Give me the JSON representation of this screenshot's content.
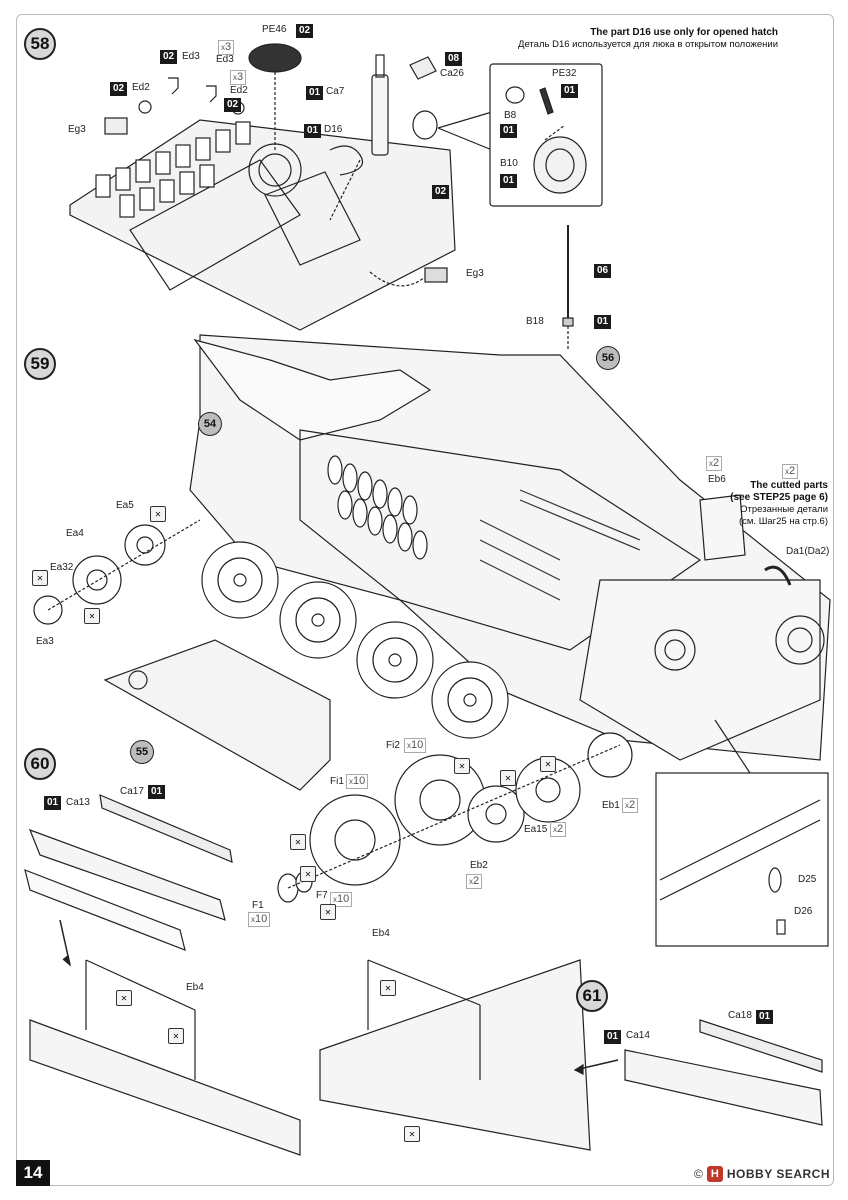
{
  "page": {
    "number": "14"
  },
  "watermark": {
    "text": "HOBBY SEARCH",
    "trademark": "©"
  },
  "steps": {
    "s58": "58",
    "s59": "59",
    "s60": "60",
    "s61": "61"
  },
  "subrefs": {
    "r54": "54",
    "r55": "55",
    "r56": "56"
  },
  "notes": {
    "d16_en": "The part D16 use only for opened hatch",
    "d16_ru": "Деталь D16 используется для люка в открытом положении",
    "cut_en1": "The cutted parts",
    "cut_en2": "(see STEP25 page 6)",
    "cut_ru1": "Отрезанные детали",
    "cut_ru2": "(см. Шаг25 на стр.6)"
  },
  "sprues": {
    "pe46": "02",
    "ed3a": "02",
    "ed2a": "02",
    "ed2b": "02",
    "ca7": "01",
    "d16": "01",
    "ca26": "08",
    "pe32": "01",
    "b8": "01",
    "b10": "01",
    "deck": "02",
    "antenna": "06",
    "b18": "01",
    "ca13": "01",
    "ca17": "01",
    "ca14": "01",
    "ca18": "01"
  },
  "labels": {
    "pe46": "PE46",
    "ed3a": "Ed3",
    "ed3b": "Ed3",
    "ed2a": "Ed2",
    "ed2b": "Ed2",
    "eg3a": "Eg3",
    "eg3b": "Eg3",
    "ca7": "Ca7",
    "ca26": "Ca26",
    "d16": "D16",
    "pe32": "PE32",
    "b8": "B8",
    "b10": "B10",
    "b18": "B18",
    "ea5": "Ea5",
    "ea4": "Ea4",
    "ea32": "Ea32",
    "ea3": "Ea3",
    "eb6": "Eb6",
    "da1": "Da1(Da2)",
    "fi2": "Fi2",
    "fi1": "Fi1",
    "f1": "F1",
    "f7": "F7",
    "eb1": "Eb1",
    "ea15": "Ea15",
    "eb2": "Eb2",
    "d25": "D25",
    "d26": "D26",
    "ca13": "Ca13",
    "ca17": "Ca17",
    "eb4a": "Eb4",
    "eb4b": "Eb4",
    "ca14": "Ca14",
    "ca18": "Ca18"
  },
  "multipliers": {
    "ed3": "3",
    "ed2": "3",
    "eb6": "2",
    "cut": "2",
    "fi2": "10",
    "fi1": "10",
    "f1": "10",
    "f7": "10",
    "eb1": "2",
    "ea15": "2",
    "eb2": "2"
  }
}
